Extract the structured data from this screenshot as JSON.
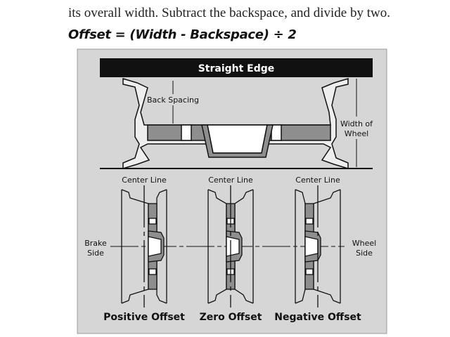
{
  "text": {
    "line": "its overall width. Subtract the backspace, and divide by two.",
    "formula": "Offset = (Width - Backspace) ÷ 2"
  },
  "diagram": {
    "straight_edge": "Straight Edge",
    "back_spacing": "Back Spacing",
    "width_of_wheel_1": "Width of",
    "width_of_wheel_2": "Wheel",
    "center_line": "Center Line",
    "brake_side_1": "Brake",
    "brake_side_2": "Side",
    "wheel_side_1": "Wheel",
    "wheel_side_2": "Side",
    "offsets": [
      {
        "label": "Positive Offset",
        "hub_shift": 1
      },
      {
        "label": "Zero Offset",
        "hub_shift": 0
      },
      {
        "label": "Negative Offset",
        "hub_shift": -1
      }
    ]
  },
  "colors": {
    "panel": "#d6d6d6",
    "fill": "#8e8e8e",
    "ink": "#111111"
  }
}
